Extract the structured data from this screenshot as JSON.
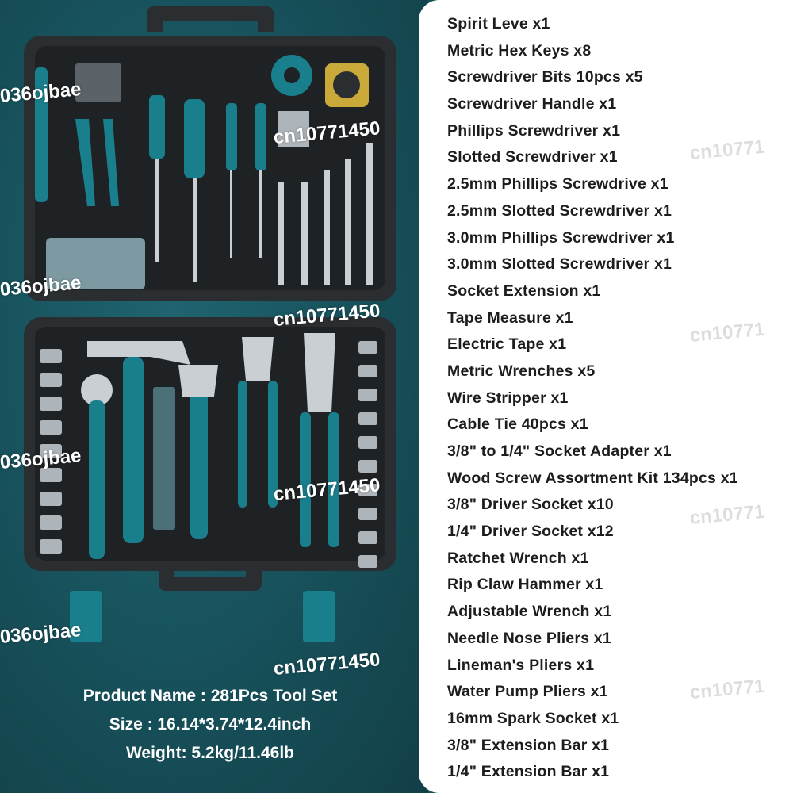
{
  "colors": {
    "background": "#18525c",
    "case": "#2b2e31",
    "tool_accent": "#1a7f8d",
    "list_text": "#1d1d1d"
  },
  "product_info": {
    "name_line": "Product Name : 281Pcs Tool Set",
    "size_line": "Size : 16.14*3.74*12.4inch",
    "weight_line": "Weight: 5.2kg/11.46lb"
  },
  "parts_list": [
    "Spirit Leve x1",
    "Metric Hex Keys x8",
    "Screwdriver Bits 10pcs x5",
    "Screwdriver Handle x1",
    "Phillips Screwdriver x1",
    "Slotted Screwdriver x1",
    "2.5mm Phillips Screwdrive x1",
    "2.5mm Slotted Screwdriver x1",
    "3.0mm Phillips Screwdriver x1",
    "3.0mm Slotted Screwdriver x1",
    "Socket Extension x1",
    "Tape Measure x1",
    "Electric Tape x1",
    "Metric Wrenches x5",
    "Wire Stripper x1",
    "Cable Tie 40pcs x1",
    "3/8\" to 1/4\" Socket Adapter x1",
    "Wood Screw Assortment Kit 134pcs x1",
    "3/8\"  Driver Socket x10",
    "1/4\"  Driver Socket x12",
    "Ratchet Wrench x1",
    "Rip Claw Hammer x1",
    "Adjustable Wrench x1",
    "Needle Nose Pliers x1",
    "Lineman's Pliers x1",
    "Water Pump Pliers x1",
    "16mm Spark Socket x1",
    "3/8\" Extension Bar x1",
    "1/4\" Extension Bar x1"
  ],
  "watermarks": {
    "short": "036ojbae",
    "long": "cn10771450",
    "faint": "cn10771"
  }
}
